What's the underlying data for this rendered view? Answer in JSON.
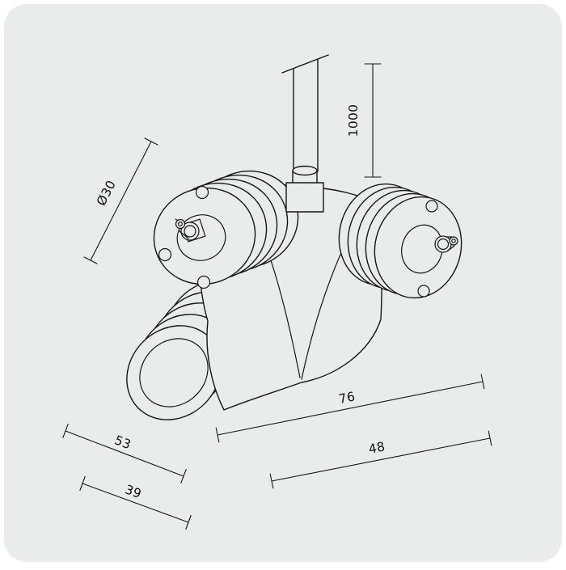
{
  "drawing": {
    "dims": {
      "cable_length": "1000",
      "diameter": "Ø30",
      "depth_outer": "53",
      "depth_inner": "39",
      "width_outer": "76",
      "width_inner": "48"
    },
    "colors": {
      "card_background": "#eaebeb",
      "page_background": "#ffffff",
      "line": "#161616"
    }
  }
}
